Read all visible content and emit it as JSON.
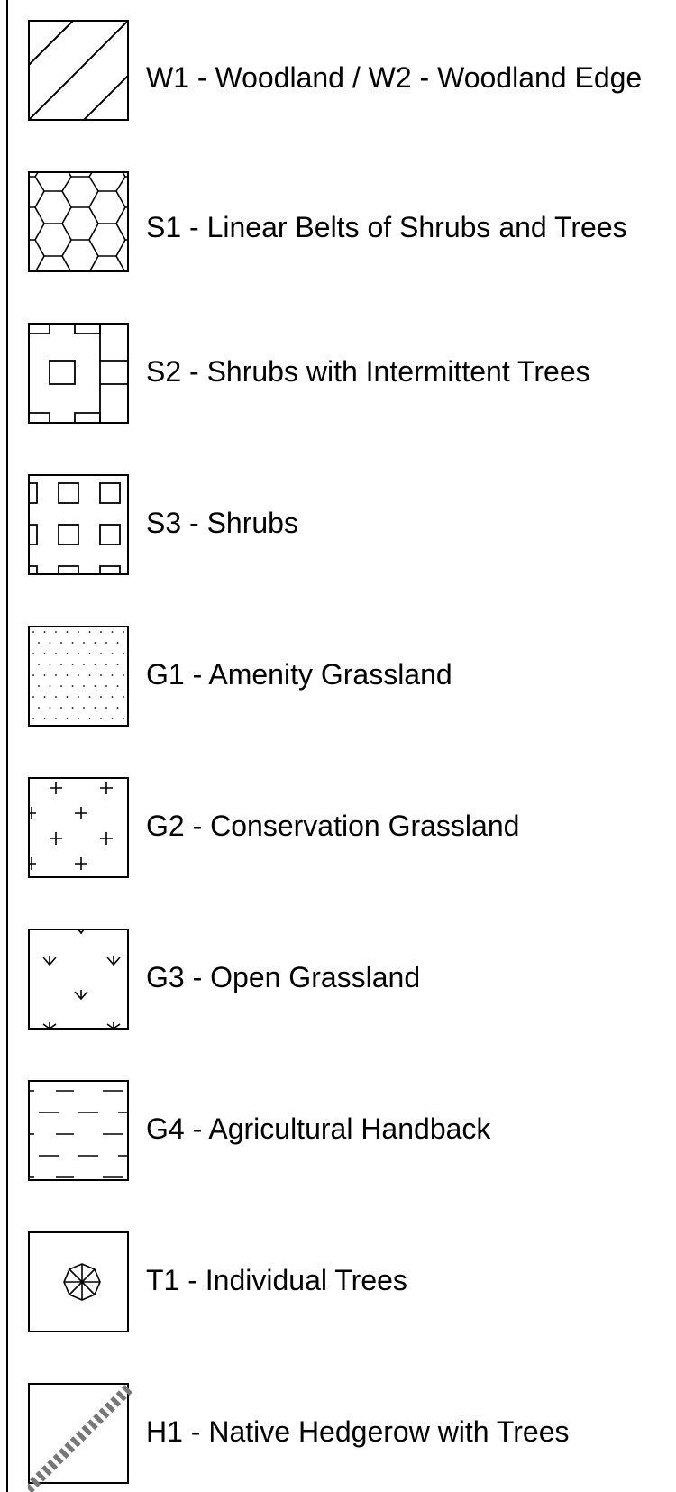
{
  "legend": {
    "items": [
      {
        "code": "W1",
        "label": "W1 - Woodland / W2 - Woodland Edge",
        "pattern": "diagonal-hatch-icon"
      },
      {
        "code": "S1",
        "label": "S1 - Linear Belts of Shrubs and Trees",
        "pattern": "hexagon-pattern-icon"
      },
      {
        "code": "S2",
        "label": "S2 - Shrubs with Intermittent Trees",
        "pattern": "block-pattern-icon"
      },
      {
        "code": "S3",
        "label": "S3 - Shrubs",
        "pattern": "small-squares-pattern-icon"
      },
      {
        "code": "G1",
        "label": "G1 - Amenity Grassland",
        "pattern": "dot-pattern-icon"
      },
      {
        "code": "G2",
        "label": "G2 - Conservation Grassland",
        "pattern": "cross-pattern-icon"
      },
      {
        "code": "G3",
        "label": "G3 - Open Grassland",
        "pattern": "tuft-pattern-icon"
      },
      {
        "code": "G4",
        "label": "G4 - Agricultural Handback",
        "pattern": "dash-pattern-icon"
      },
      {
        "code": "T1",
        "label": "T1 - Individual Trees",
        "pattern": "tree-symbol-icon"
      },
      {
        "code": "H1",
        "label": "H1 - Native Hedgerow with Trees",
        "pattern": "hedgerow-line-icon"
      }
    ]
  },
  "colors": {
    "line": "#000000",
    "background": "#ffffff",
    "hedgerow": "#777777"
  }
}
